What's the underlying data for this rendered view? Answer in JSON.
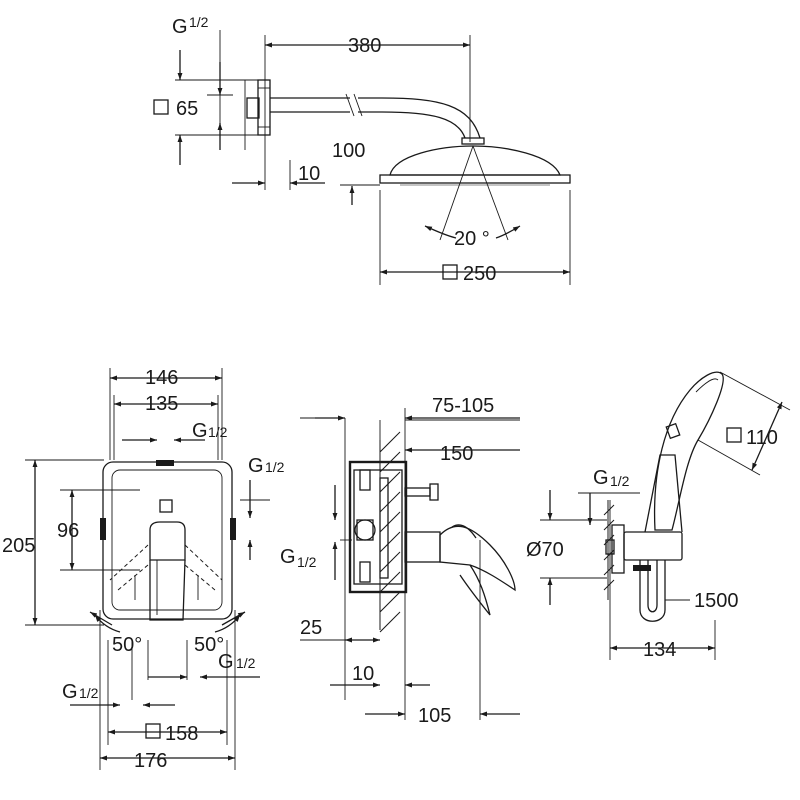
{
  "colors": {
    "ink": "#1a1a1a",
    "gray": "#8a8a8a",
    "background": "#ffffff"
  },
  "shower_head": {
    "arm_length": "380",
    "thread": "G",
    "thread_fraction": "1/2",
    "rosette": "65",
    "rosette_symbol": "square",
    "wall_offset": "10",
    "drop": "100",
    "spray_angle": "20 °",
    "head_size": "250",
    "head_symbol": "square"
  },
  "mixer_front": {
    "outer_width": "146",
    "inner_width": "135",
    "thread_top_G": "G",
    "thread_top_frac": "1/2",
    "thread_right_G": "G",
    "thread_right_frac": "1/2",
    "height": "205",
    "inner_height": "96",
    "angle_left": "50°",
    "angle_right": "50°",
    "thread_bottom_right_G": "G",
    "thread_bottom_right_frac": "1/2",
    "thread_bottom_left_G": "G",
    "thread_bottom_left_frac": "1/2",
    "plate_size": "158",
    "plate_symbol": "square",
    "overall_width": "176"
  },
  "mixer_side": {
    "depth_range": "75-105",
    "box_depth": "150",
    "thread_G": "G",
    "thread_frac": "1/2",
    "offset": "25",
    "wall_gap": "10",
    "projection": "105"
  },
  "hand_shower": {
    "head_size": "110",
    "head_symbol": "square",
    "thread_G": "G",
    "thread_frac": "1/2",
    "outlet_diameter": "Ø70",
    "hose_length": "1500",
    "bracket_width": "134"
  }
}
